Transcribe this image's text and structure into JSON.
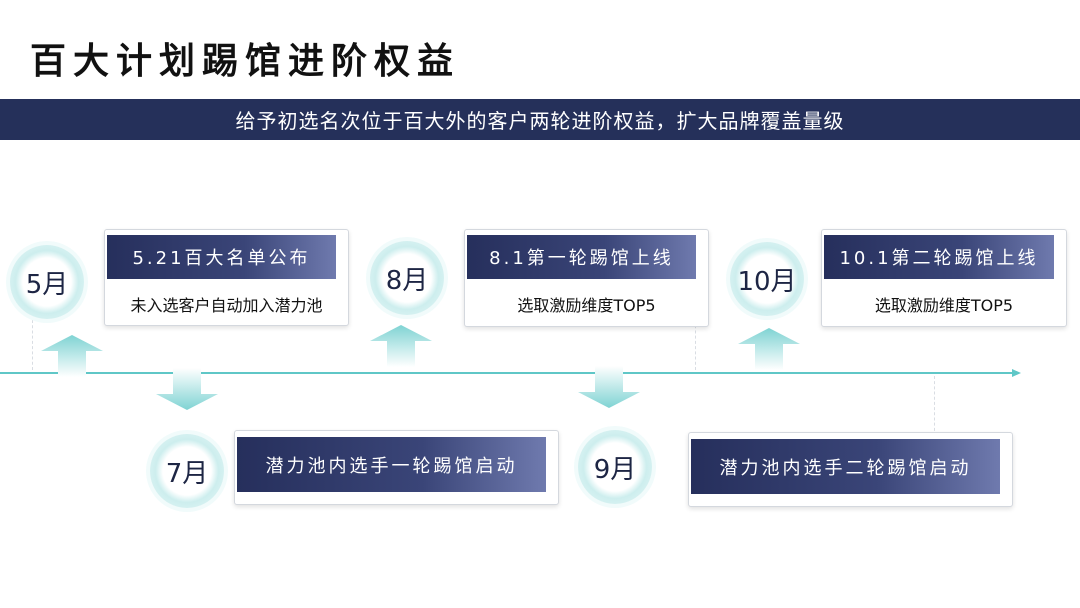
{
  "title": "百大计划踢馆进阶权益",
  "subtitle": "给予初选名次位于百大外的客户两轮进阶权益，扩大品牌覆盖量级",
  "colors": {
    "band": "#25305a",
    "timeline": "#5fc7c7",
    "arrow": "#8fd8d8"
  },
  "milestones": [
    {
      "month": "5月",
      "head": "5.21百大名单公布",
      "body": "未入选客户自动加入潜力池"
    },
    {
      "month": "7月",
      "head": "潜力池内选手一轮踢馆启动"
    },
    {
      "month": "8月",
      "head": "8.1第一轮踢馆上线",
      "body": "选取激励维度TOP5"
    },
    {
      "month": "9月",
      "head": "潜力池内选手二轮踢馆启动"
    },
    {
      "month": "10月",
      "head": "10.1第二轮踢馆上线",
      "body": "选取激励维度TOP5"
    }
  ]
}
